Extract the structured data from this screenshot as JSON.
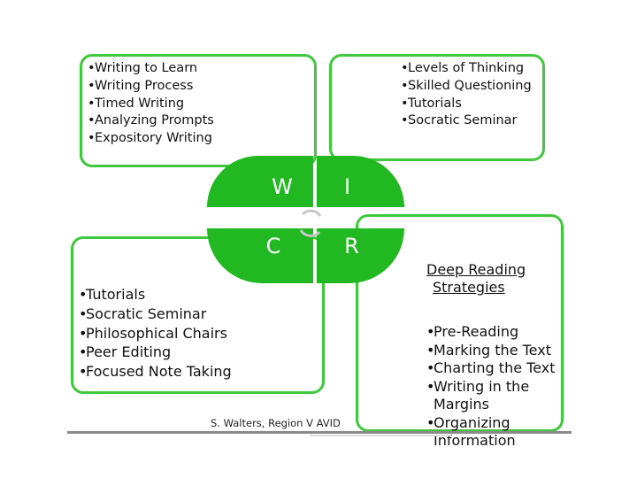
{
  "quadrants": {
    "w": {
      "letter": "W",
      "items": [
        "Writing to Learn",
        "Writing Process",
        "Timed Writing",
        "Analyzing Prompts",
        "Expository Writing"
      ]
    },
    "i": {
      "letter": "I",
      "items": [
        "Levels of Thinking",
        "Skilled Questioning",
        "Tutorials",
        "Socratic Seminar"
      ]
    },
    "c": {
      "letter": "C",
      "items": [
        "Tutorials",
        "Socratic Seminar",
        "Philosophical Chairs",
        "Peer Editing",
        "Focused Note Taking"
      ]
    },
    "r": {
      "letter": "R",
      "heading_line1": "Deep Reading",
      "heading_line2": "Strategies",
      "items": [
        "Pre-Reading",
        "Marking the Text",
        "Charting the Text",
        "Writing in the Margins",
        "Organizing Information"
      ]
    }
  },
  "credit": "S. Walters, Region V AVID",
  "colors": {
    "accent_green": "#22b822",
    "border_green": "#3fc83b",
    "ring_gray": "#c8c8c8"
  }
}
